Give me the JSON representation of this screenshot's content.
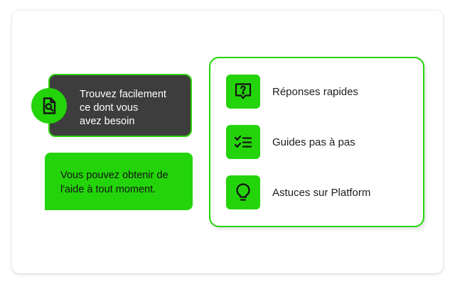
{
  "help_card": {
    "search_bubble": {
      "text_line1": "Trouvez facilement",
      "text_line2": "ce dont vous",
      "text_line3": "avez besoin",
      "icon": "document-search-icon"
    },
    "support_bubble": {
      "text_line1": "Vous pouvez obtenir de",
      "text_line2": "l'aide à tout moment."
    },
    "features": [
      {
        "label": "Réponses rapides",
        "icon": "question-bubble-icon"
      },
      {
        "label": "Guides pas à pas",
        "icon": "checklist-icon"
      },
      {
        "label": "Astuces sur Platform",
        "icon": "lightbulb-icon"
      }
    ],
    "colors": {
      "accent_green": "#24d40a",
      "dark_bubble": "#3d3d3d",
      "text_dark": "#1c1c1c"
    }
  }
}
